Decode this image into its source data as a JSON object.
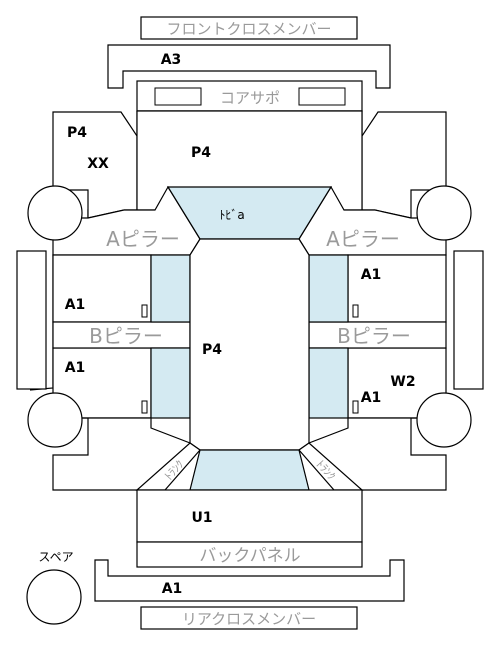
{
  "labels": {
    "front_cross_member": "フロントクロスメンバー",
    "core_support": "コアサポ",
    "a_pillar": "Aピラー",
    "b_pillar": "Bピラー",
    "back_panel": "バックパネル",
    "rear_cross_member": "リアクロスメンバー",
    "spare": "スペア",
    "dash": "ﾄﾋﾞa",
    "trunk": "ﾄﾗﾝｸ"
  },
  "codes": {
    "front_cross_member": "A3",
    "front_left_fender": "P4",
    "front_left_fender_extra": "XX",
    "hood": "P4",
    "roof": "P4",
    "front_left_door": "A1",
    "rear_left_door": "A1",
    "front_right_door": "A1",
    "rear_right_door": "A1",
    "rear_right_door_extra": "W2",
    "trunk_lid": "U1",
    "rear_cross_member": "A1"
  },
  "colors": {
    "glass": "#d4eaf2",
    "line": "#000000",
    "gray_text": "#9a9a9a"
  }
}
